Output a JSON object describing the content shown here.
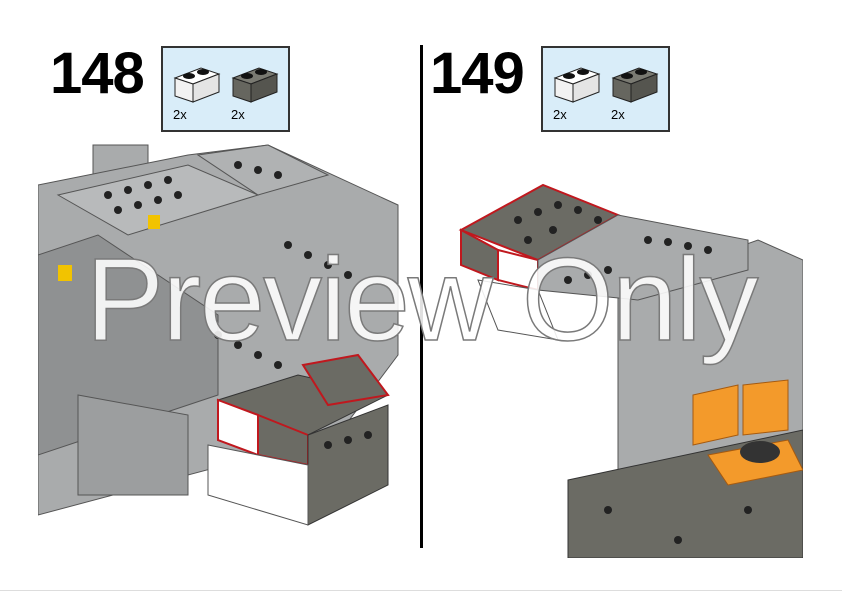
{
  "steps": [
    {
      "number": "148",
      "parts": [
        {
          "name": "white-brick-1x2",
          "color": "#ffffff",
          "qty": "2x"
        },
        {
          "name": "dark-gray-brick-1x2",
          "color": "#6b6b64",
          "qty": "2x"
        }
      ]
    },
    {
      "number": "149",
      "parts": [
        {
          "name": "white-brick-1x2",
          "color": "#ffffff",
          "qty": "2x"
        },
        {
          "name": "dark-gray-brick-1x2",
          "color": "#6b6b64",
          "qty": "2x"
        }
      ]
    }
  ],
  "watermark": "Preview Only",
  "colors": {
    "parts_bg": "#d9edf9",
    "light_gray": "#a9abac",
    "dark_gray": "#6b6b64",
    "orange": "#f39a2b",
    "highlight": "#c0181e"
  }
}
